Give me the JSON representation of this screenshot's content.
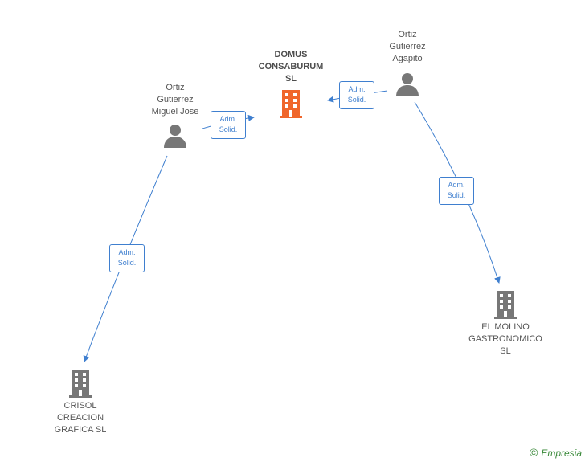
{
  "colors": {
    "edge": "#3f7fcf",
    "person_icon": "#777777",
    "company_icon": "#777777",
    "main_company_icon": "#f0662b",
    "brand": "#3a8a3a"
  },
  "nodes": {
    "domus": {
      "label": "DOMUS\nCONSABURUM\nSL",
      "icon": "building-icon"
    },
    "miguel": {
      "label": "Ortiz\nGutierrez\nMiguel Jose",
      "icon": "person-icon"
    },
    "agapito": {
      "label": "Ortiz\nGutierrez\nAgapito",
      "icon": "person-icon"
    },
    "crisol": {
      "label": "CRISOL\nCREACION\nGRAFICA  SL",
      "icon": "building-icon"
    },
    "molino": {
      "label": "EL MOLINO\nGASTRONOMICO\nSL",
      "icon": "building-icon"
    }
  },
  "edges": [
    {
      "from": "miguel",
      "to": "domus",
      "label_line1": "Adm.",
      "label_line2": "Solid."
    },
    {
      "from": "agapito",
      "to": "domus",
      "label_line1": "Adm.",
      "label_line2": "Solid."
    },
    {
      "from": "agapito",
      "to": "molino",
      "label_line1": "Adm.",
      "label_line2": "Solid."
    },
    {
      "from": "miguel",
      "to": "crisol",
      "label_line1": "Adm.",
      "label_line2": "Solid."
    }
  ],
  "brand": {
    "copyright": "©",
    "name": "Empresia"
  }
}
